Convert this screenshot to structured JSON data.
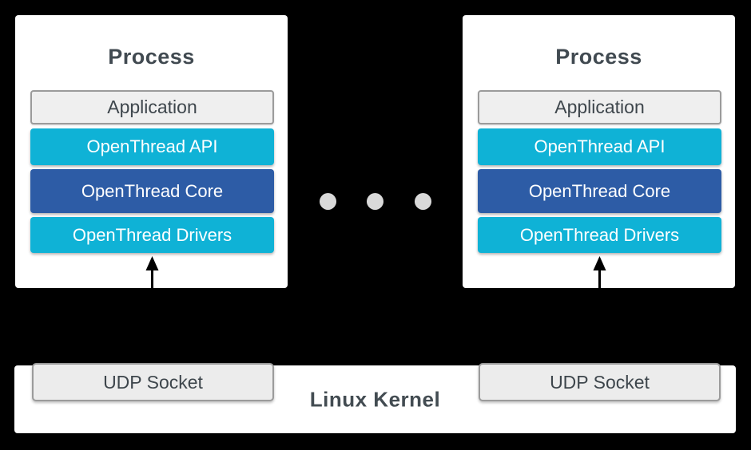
{
  "diagram": {
    "background": "#000000",
    "colors": {
      "panel": "#ffffff",
      "cyan": "#0fb2d6",
      "dark_blue": "#2d5ca6",
      "light_gray_fill": "#efefef",
      "gray_border": "#9b9b9b",
      "dark_text": "#414a51",
      "white_text": "#ffffff",
      "dot_gray": "#d9d9d9",
      "arrow": "#000000"
    },
    "processes": [
      {
        "title": "Process",
        "layers": [
          {
            "label": "Application",
            "style": "plain"
          },
          {
            "label": "OpenThread API",
            "style": "cyan"
          },
          {
            "label": "OpenThread Core",
            "style": "blue"
          },
          {
            "label": "OpenThread Drivers",
            "style": "cyan"
          }
        ]
      },
      {
        "title": "Process",
        "layers": [
          {
            "label": "Application",
            "style": "plain"
          },
          {
            "label": "OpenThread API",
            "style": "cyan"
          },
          {
            "label": "OpenThread Core",
            "style": "blue"
          },
          {
            "label": "OpenThread Drivers",
            "style": "cyan"
          }
        ]
      }
    ],
    "ellipsis": {
      "dot_count": 3
    },
    "kernel": {
      "label": "Linux Kernel",
      "sockets": [
        "UDP Socket",
        "UDP Socket"
      ]
    }
  }
}
